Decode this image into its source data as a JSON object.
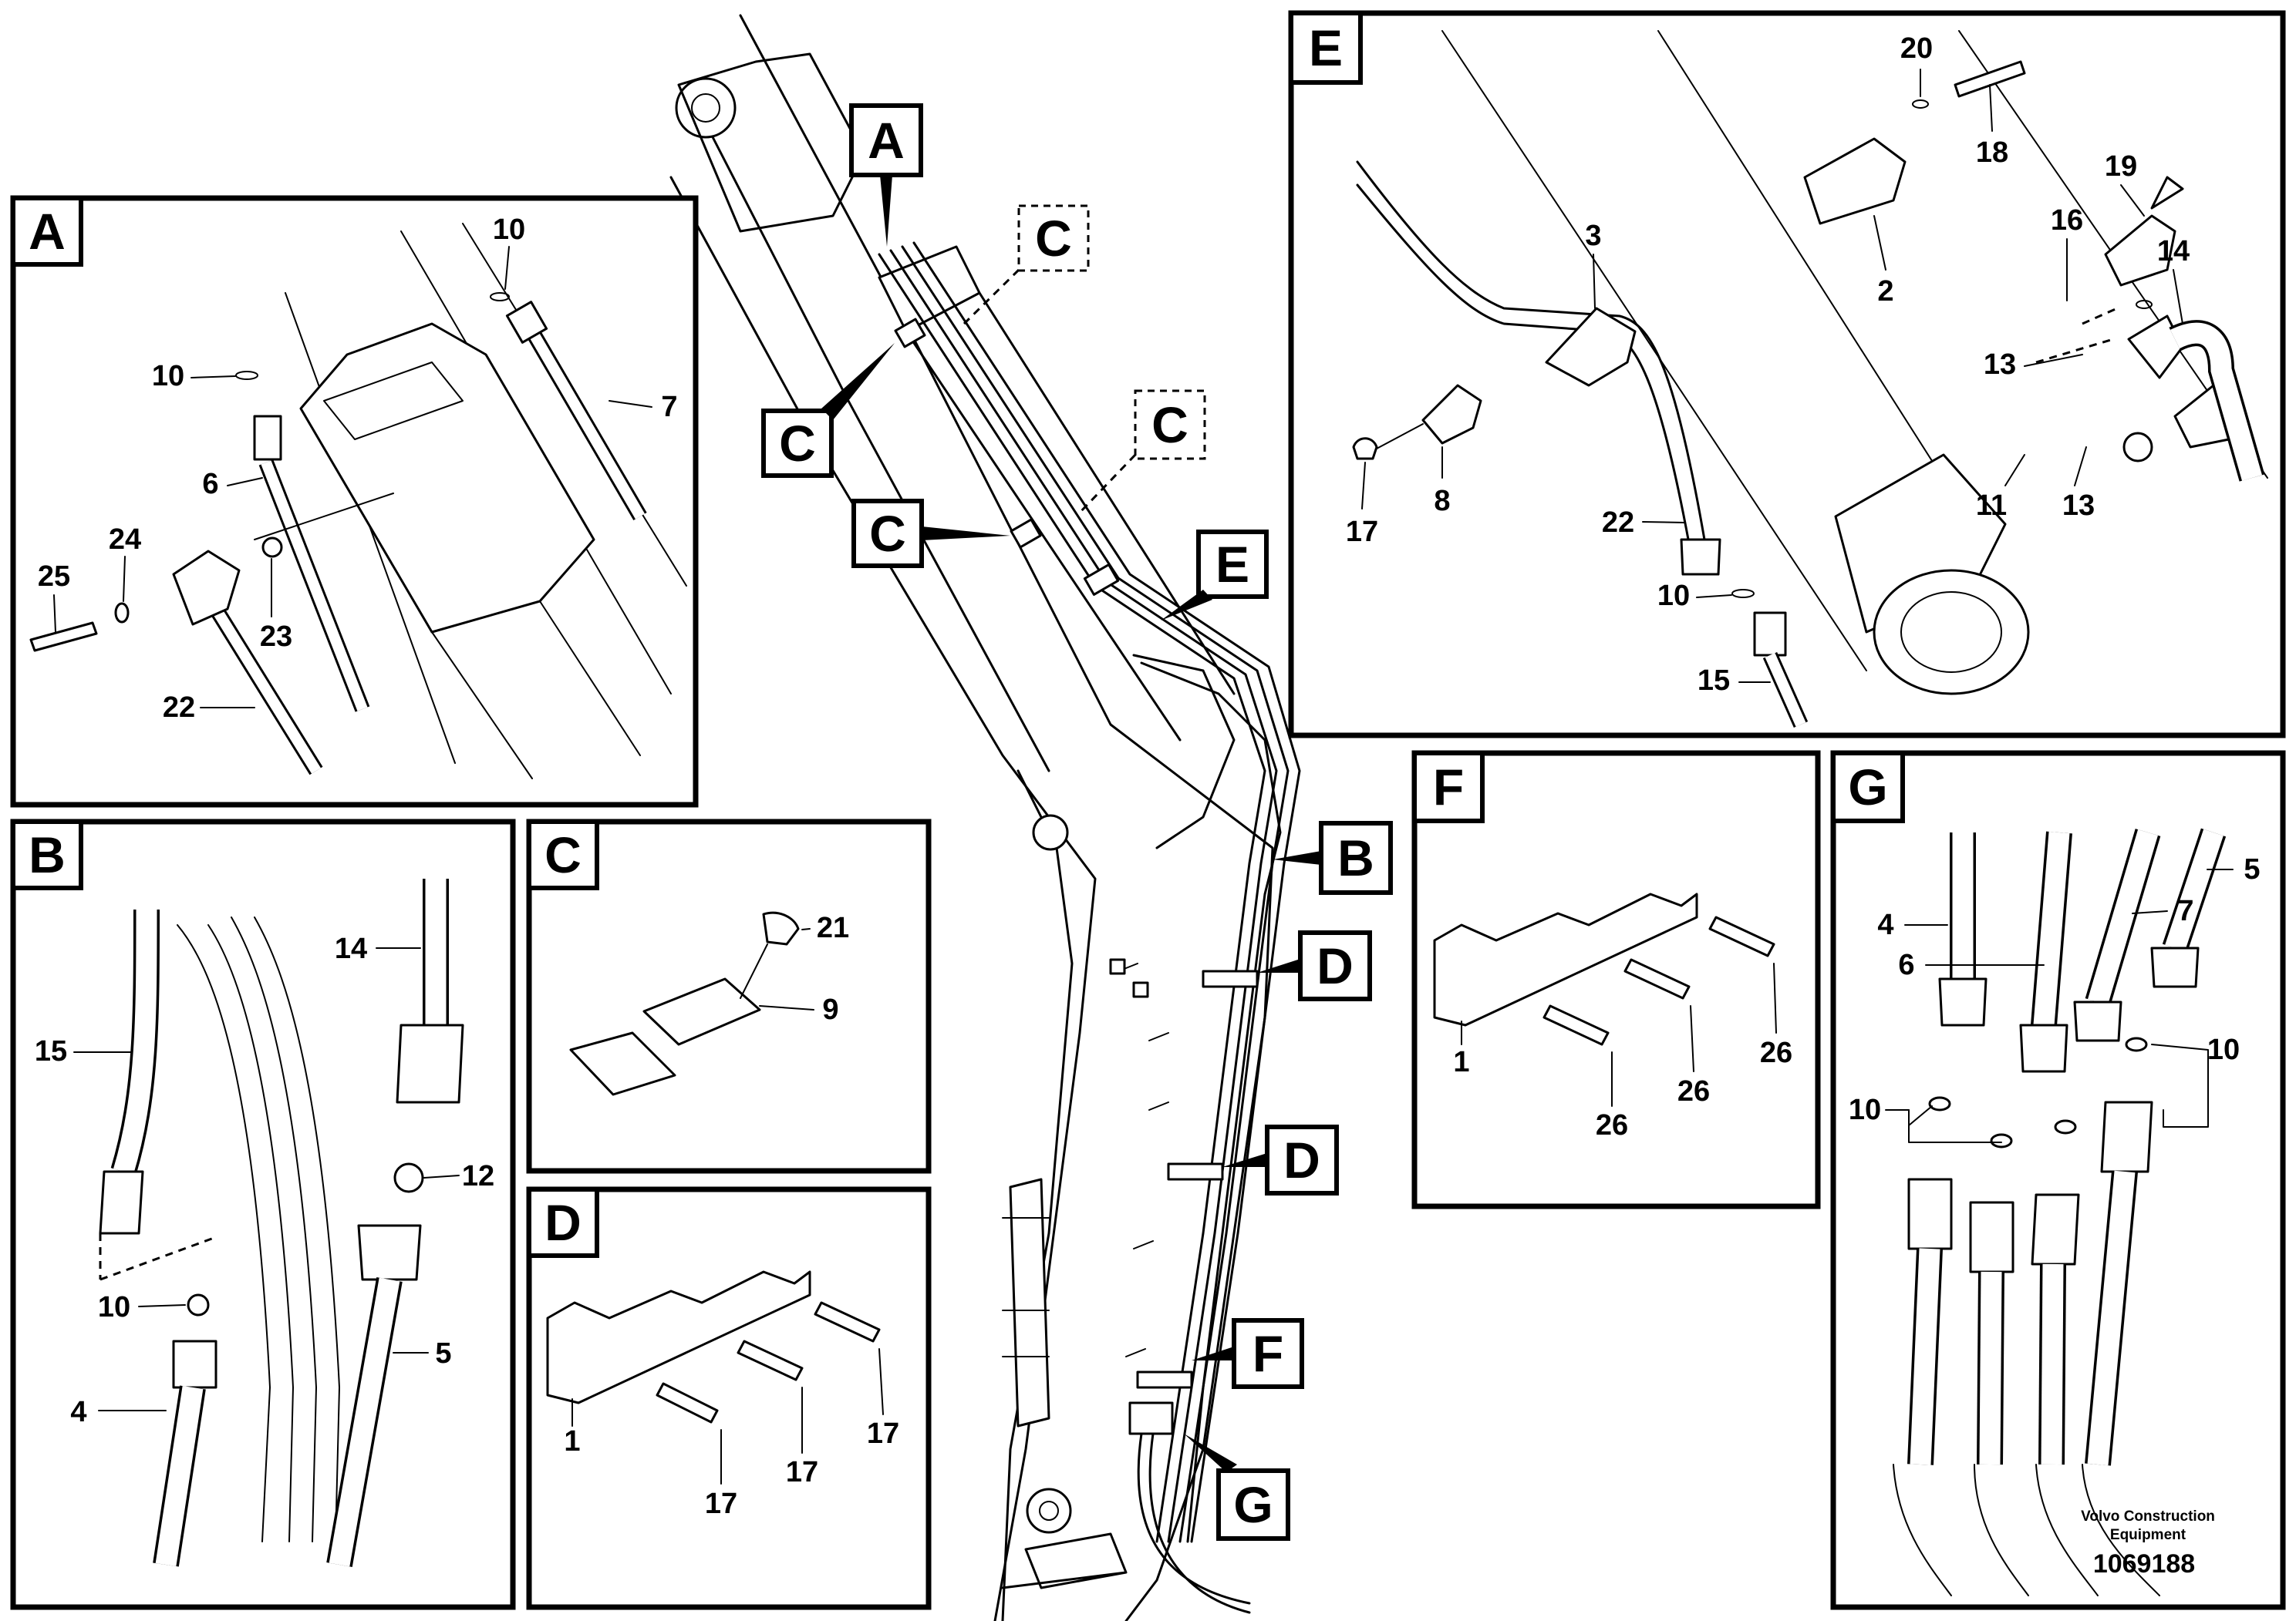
{
  "main_view": {
    "callouts": [
      {
        "id": "A",
        "label": "A",
        "style": "solid"
      },
      {
        "id": "C1",
        "label": "C",
        "style": "dashed"
      },
      {
        "id": "C2",
        "label": "C",
        "style": "solid"
      },
      {
        "id": "C3",
        "label": "C",
        "style": "dashed"
      },
      {
        "id": "C4",
        "label": "C",
        "style": "solid"
      },
      {
        "id": "E",
        "label": "E",
        "style": "solid"
      },
      {
        "id": "B",
        "label": "B",
        "style": "solid"
      },
      {
        "id": "D1",
        "label": "D",
        "style": "solid"
      },
      {
        "id": "D2",
        "label": "D",
        "style": "solid"
      },
      {
        "id": "F",
        "label": "F",
        "style": "solid"
      },
      {
        "id": "G",
        "label": "G",
        "style": "solid"
      }
    ]
  },
  "panels": {
    "A": {
      "label": "A",
      "parts": [
        "10",
        "10",
        "7",
        "6",
        "24",
        "25",
        "23",
        "22"
      ]
    },
    "B": {
      "label": "B",
      "parts": [
        "15",
        "14",
        "12",
        "10",
        "5",
        "4"
      ]
    },
    "C": {
      "label": "C",
      "parts": [
        "21",
        "9"
      ]
    },
    "D": {
      "label": "D",
      "parts": [
        "1",
        "17",
        "17",
        "17"
      ]
    },
    "E": {
      "label": "E",
      "parts": [
        "20",
        "18",
        "19",
        "16",
        "14",
        "3",
        "2",
        "13",
        "13",
        "11",
        "17",
        "8",
        "22",
        "10",
        "15"
      ]
    },
    "F": {
      "label": "F",
      "parts": [
        "1",
        "26",
        "26",
        "26"
      ]
    },
    "G": {
      "label": "G",
      "parts": [
        "5",
        "4",
        "7",
        "6",
        "10",
        "10"
      ]
    }
  },
  "footer": {
    "brand_line1": "Volvo Construction",
    "brand_line2": "Equipment",
    "doc_number": "1069188"
  }
}
